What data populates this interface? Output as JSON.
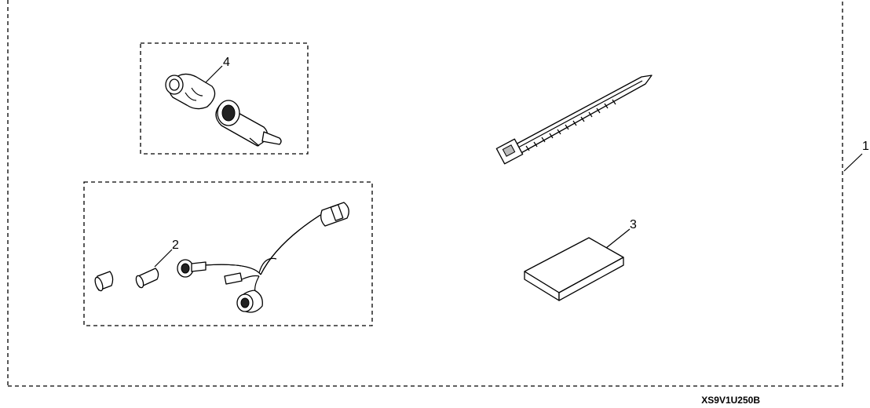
{
  "callouts": [
    {
      "id": "main-kit",
      "label": "1"
    },
    {
      "id": "connector-kit",
      "label": "2"
    },
    {
      "id": "pad",
      "label": "3"
    },
    {
      "id": "socket-kit",
      "label": "4"
    }
  ],
  "diagram_code": "XS9V1U250B"
}
